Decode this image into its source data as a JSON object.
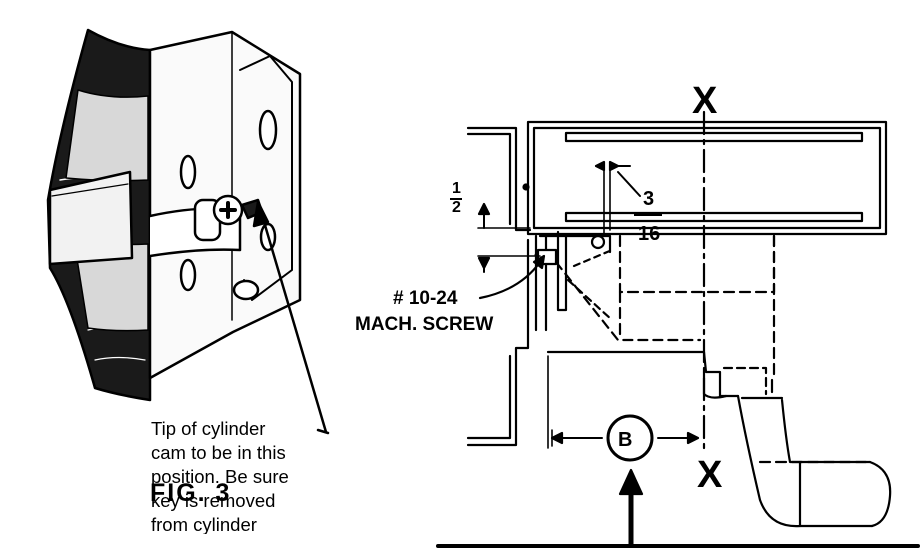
{
  "figure_label": "FIG. 3",
  "caption_lines": [
    "Tip of cylinder",
    "cam to be in this",
    "position. Be sure",
    "key is removed",
    "from cylinder"
  ],
  "diagram": {
    "section_mark_top": "X",
    "section_mark_bottom": "X",
    "half_numerator": "1",
    "half_denominator": "2",
    "gap_numerator": "3",
    "gap_denominator": "16",
    "screw_size": "# 10-24",
    "screw_type": "MACH. SCREW",
    "reference_callout": "B"
  }
}
